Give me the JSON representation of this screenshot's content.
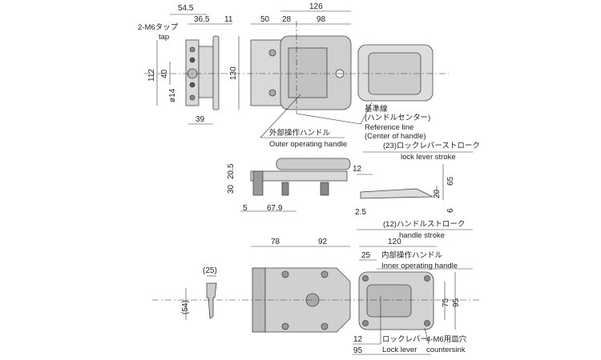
{
  "side_view": {
    "d_54_5": "54.5",
    "d_36_5": "36.5",
    "d_11": "11",
    "tap_jp": "2-M6タップ",
    "tap_en": "tap",
    "d_112": "112",
    "d_40": "40",
    "d_phi14": "ø14",
    "d_39": "39"
  },
  "front_view": {
    "d_126": "126",
    "d_50": "50",
    "d_28": "28",
    "d_98": "98",
    "d_130": "130",
    "ref_jp": "基準線",
    "ref_jp2": "(ハンドルセンター)",
    "ref_en": "Reference line",
    "ref_en2": "(Center of handle)",
    "outer_jp": "外部操作ハンドル",
    "outer_en": "Outer operating handle"
  },
  "section_view": {
    "lock_stroke_jp": "(23)ロックレバーストローク",
    "lock_stroke_en": "lock lever stroke",
    "d_12": "12",
    "d_65": "65",
    "d_20": "20",
    "d_6": "6",
    "d_30": "30",
    "d_20_5": "20.5",
    "d_5": "5",
    "d_67_9": "67.9",
    "d_2_5": "2.5",
    "handle_stroke_jp": "(12)ハンドルストローク",
    "handle_stroke_en": "handle stroke"
  },
  "rear_view": {
    "d_78": "78",
    "d_92": "92",
    "d_120": "120",
    "d_25": "25",
    "inner_jp": "内部操作ハンドル",
    "inner_en": "Inner operating handle",
    "key_25": "(25)",
    "key_54": "(54)",
    "d_75": "75",
    "d_95v": "95",
    "d_12": "12",
    "lever_jp": "ロックレバー",
    "lever_en": "Lock lever",
    "cs_jp": "4-M6用皿穴",
    "cs_en": "countersink",
    "d_95h": "95"
  }
}
